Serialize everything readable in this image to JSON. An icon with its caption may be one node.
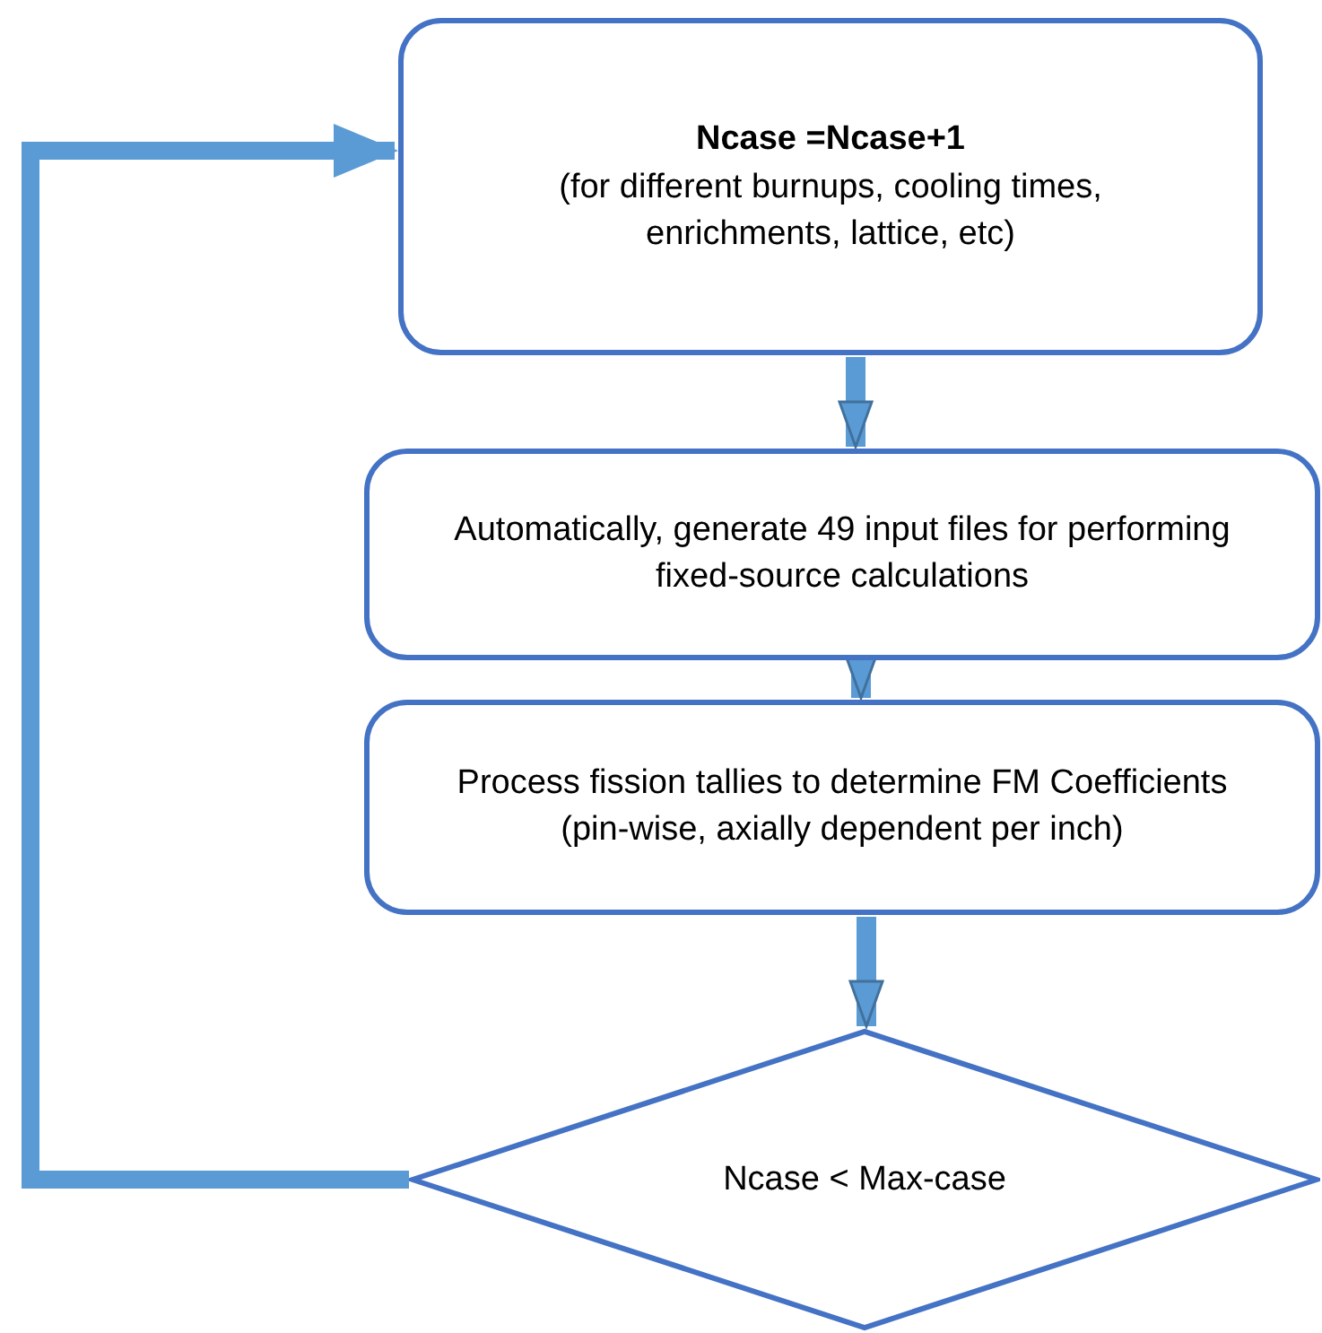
{
  "diagram": {
    "nodes": [
      {
        "text": [
          "Ncase =Ncase+1",
          "(for different burnups, cooling times, enrichments, lattice, etc)"
        ]
      },
      {
        "text": [
          "Automatically,  generate 49 input files for performing fixed-source calculations"
        ]
      },
      {
        "text": [
          "Process fission tallies to determine FM Coefficients (pin-wise, axially dependent per inch)"
        ]
      },
      {
        "text": [
          "Ncase < Max-case"
        ]
      }
    ],
    "edges": [
      {
        "from": 0,
        "to": 1,
        "arrow": "to"
      },
      {
        "from": 1,
        "to": 2,
        "arrow": "to"
      },
      {
        "from": 2,
        "to": 3,
        "arrow": "to"
      },
      {
        "from": 3,
        "to": 0,
        "arrow": "to"
      }
    ]
  }
}
